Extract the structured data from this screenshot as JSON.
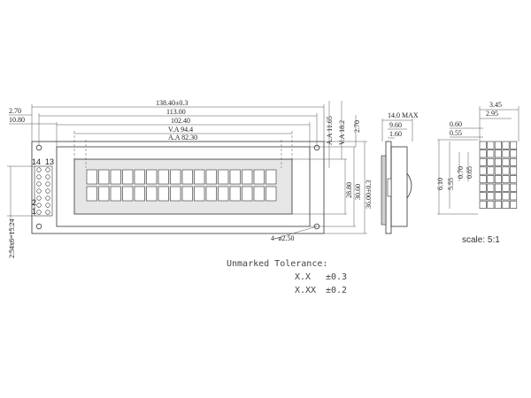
{
  "front_view": {
    "dim_overall_width": "138.40±0.3",
    "dim_pcb_hole_span": "113.00",
    "dim_bezel_width": "102.40",
    "dim_view_area": "V.A 94.4",
    "dim_active_area": "A.A 82.30",
    "dim_left_edge_1": "2.70",
    "dim_left_edge_2": "10.80",
    "dim_aa_height": "A.A 11.65",
    "dim_va_height": "V.A 18.2",
    "dim_top_right": "2.70",
    "dim_inner_height": "28.80",
    "dim_bezel_height": "30.60",
    "dim_overall_height": "36.00±0.3",
    "dim_pin_pitch": "2.54x6=15.24",
    "dim_mount_holes": "4−ø2.50",
    "pin_label_14": "14",
    "pin_label_13": "13",
    "pin_label_2": "2",
    "pin_label_1": "1"
  },
  "side_view": {
    "dim_max_thickness": "14.0 MAX",
    "dim_module_depth": "9.60",
    "dim_pcb_thickness": "1.60"
  },
  "char_detail": {
    "dim_char_width": "3.45",
    "dim_dot_span": "2.95",
    "dim_dot_pitch_h": "0.60",
    "dim_dot_size_h": "0.55",
    "dim_char_height": "6.10",
    "dim_dot_block_height": "5.55",
    "dim_dot_pitch_v": "0.70",
    "dim_dot_size_v": "0.65",
    "scale_label": "scale:  5:1"
  },
  "notes": {
    "tolerance_title": "Unmarked Tolerance:",
    "tolerance_xx_label": "X.X",
    "tolerance_xx_value": "±0.3",
    "tolerance_xxx_label": "X.XX",
    "tolerance_xxx_value": "±0.2"
  }
}
